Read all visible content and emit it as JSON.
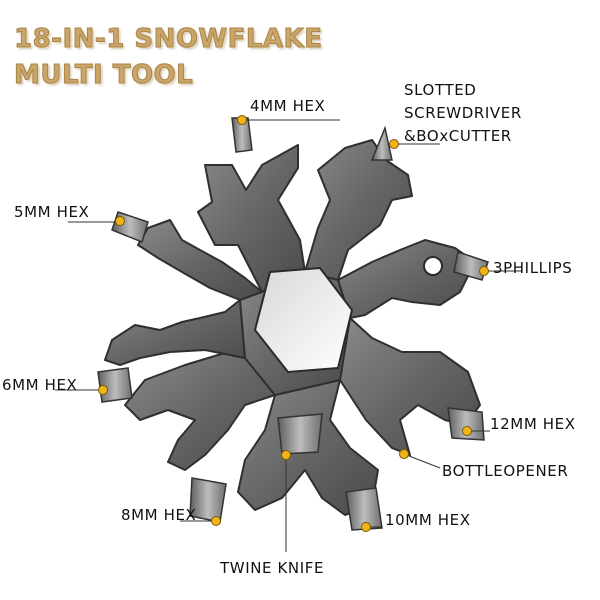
{
  "title": {
    "line1": "18-IN-1 SNOWFLAKE",
    "line2": "MULTI TOOL"
  },
  "labels": {
    "hex4": "4MM HEX",
    "screwdriver_line1": "SLOTTED",
    "screwdriver_line2": "SCREWDRIVER",
    "screwdriver_line3": "&BOxCUTTER",
    "hex5": "5MM HEX",
    "phillips": "3PHILLIPS",
    "hex6": "6MM HEX",
    "hex12": "12MM HEX",
    "bottle_opener": "BOTTLEOPENER",
    "hex8": "8MM HEX",
    "hex10": "10MM HEX",
    "twine_knife": "TWINE KNIFE"
  },
  "colors": {
    "title": "#c9a56a",
    "marker": "#f2b318",
    "tool_metal": "#6b6b6b",
    "label_text": "#111111"
  }
}
